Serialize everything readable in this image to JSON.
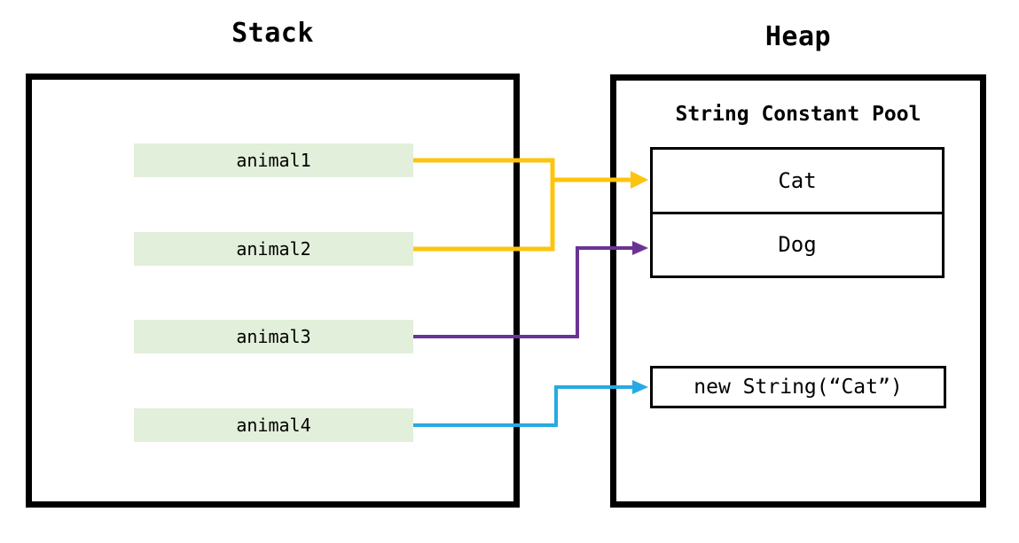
{
  "titles": {
    "stack": "Stack",
    "heap": "Heap"
  },
  "stack": {
    "variables": [
      "animal1",
      "animal2",
      "animal3",
      "animal4"
    ]
  },
  "heap": {
    "pool_label": "String Constant Pool",
    "pool_items": [
      "Cat",
      "Dog"
    ],
    "new_string_label": "new String(“Cat”)"
  },
  "colors": {
    "arrow_yellow": "#FCC40E",
    "arrow_purple": "#6B3494",
    "arrow_blue": "#27AAE1",
    "variable_fill": "#E2EFDA",
    "border_black": "#000000"
  }
}
